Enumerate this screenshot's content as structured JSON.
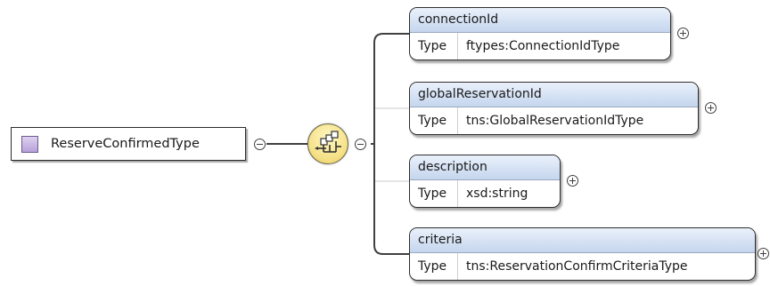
{
  "root": {
    "label": "ReserveConfirmedType"
  },
  "type_label": "Type",
  "elements": [
    {
      "name": "connectionId",
      "type": "ftypes:ConnectionIdType"
    },
    {
      "name": "globalReservationId",
      "type": "tns:GlobalReservationIdType"
    },
    {
      "name": "description",
      "type": "xsd:string"
    },
    {
      "name": "criteria",
      "type": "tns:ReservationConfirmCriteriaType"
    }
  ],
  "colors": {
    "element_header": "#c5d6ee",
    "root_icon": "#b7a3d8",
    "sequence_compositor": "#f6e28a"
  }
}
